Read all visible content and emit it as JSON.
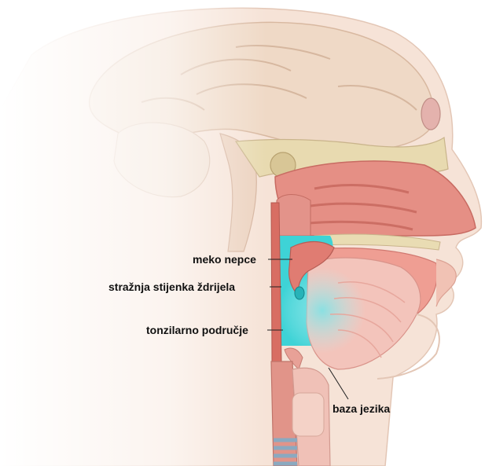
{
  "labels": {
    "soft_palate": "meko nepce",
    "posterior_pharyngeal_wall": "stražnja stijenka ždrijela",
    "tonsillar_region": "tonzilarno područje",
    "tongue_base": "baza jezika"
  },
  "colors": {
    "highlight": "#3ed3d6",
    "mucosa": "#d97a70",
    "brain": "#efd8c4",
    "skin": "#f7e4d8",
    "bone": "#e9dcb0",
    "leader": "#222222"
  }
}
